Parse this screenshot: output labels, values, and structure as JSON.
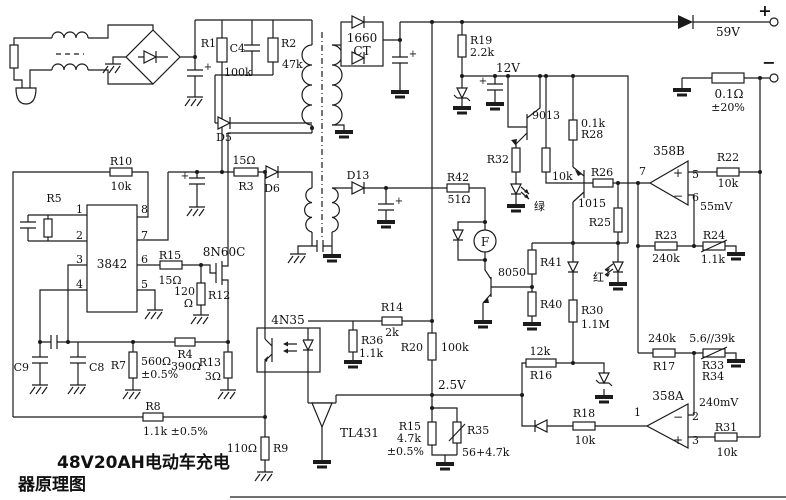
{
  "diagram": {
    "title_line1": "48V20AH电动车充电",
    "title_line2": "器原理图",
    "type": "circuit-schematic",
    "accent_color": "#1b1b1b",
    "background_color": "#ffffff"
  },
  "labels": {
    "r1": "R1",
    "r1v": "100k",
    "c4": "C4",
    "r2": "R2",
    "r2v": "47k",
    "d5": "D5",
    "d6": "D6",
    "r3": "R3",
    "r3v": "15Ω",
    "r10": "R10",
    "r10v": "10k",
    "r5": "R5",
    "ic": "3842",
    "ic_p1": "1",
    "ic_p2": "2",
    "ic_p3": "3",
    "ic_p4": "4",
    "ic_p5": "5",
    "ic_p6": "6",
    "ic_p7": "7",
    "ic_p8": "8",
    "r15a": "R15",
    "r15av": "15Ω",
    "r12": "R12",
    "r12v": "120",
    "r12u": "Ω",
    "fet": "8N60C",
    "r13": "R13",
    "r13v": "3Ω",
    "c9": "C9",
    "c8": "C8",
    "r7": "R7",
    "r7v": "560Ω",
    "r7t": "±0.5%",
    "r4": "R4",
    "r4v": "390Ω",
    "r8": "R8",
    "r8v": "1.1k ±0.5%",
    "r9": "R9",
    "r9v": "110Ω",
    "opto": "4N35",
    "r36": "R36",
    "r36v": "1.1k",
    "r14": "R14",
    "r14v": "2k",
    "tl431": "TL431",
    "v25": "2.5V",
    "r20": "R20",
    "r20v": "100k",
    "r15b": "R15",
    "r15bv": "4.7k",
    "r15bt": "±0.5%",
    "r35": "R35",
    "r35v": "56+4.7k",
    "d13": "D13",
    "r42": "R42",
    "r42v": "51Ω",
    "fan": "F",
    "q8050": "8050",
    "r19": "R19",
    "r19v": "2.2k",
    "v12": "12V",
    "q9013": "9013",
    "r32": "R32",
    "r32v": "10k",
    "led_green": "绿",
    "r28": "R28",
    "r28v": "0.1k",
    "q1015": "1015",
    "r26": "R26",
    "r25": "R25",
    "led_red": "红",
    "r30": "R30",
    "r30v": "1.1M",
    "r41": "R41",
    "r40": "R40",
    "r16": "R16",
    "r16v": "12k",
    "r18": "R18",
    "r18v": "10k",
    "opa": "358A",
    "opb": "358B",
    "opa_p1": "1",
    "opa_p2": "2",
    "opa_p3": "3",
    "opb_p5": "5",
    "opb_p6": "6",
    "opb_p7": "7",
    "opa_plus": "+",
    "opa_minus": "−",
    "opb_plus": "+",
    "opb_minus": "−",
    "mv55": "55mV",
    "mv240": "240mV",
    "r22": "R22",
    "r22v": "10k",
    "r23": "R23",
    "r23v": "240k",
    "r24": "R24",
    "r24v": "1.1k",
    "r17": "R17",
    "r17v": "240k",
    "r33": "R33",
    "r34": "R34",
    "r33v": "5.6//39k",
    "r31": "R31",
    "r31v": "10k",
    "shunt": "0.1Ω",
    "shunt_tol": "±20%",
    "v59": "59V",
    "term_plus": "+",
    "term_minus": "−",
    "rect1660a": "1660",
    "rect1660b": "CT",
    "cplus": "+"
  }
}
